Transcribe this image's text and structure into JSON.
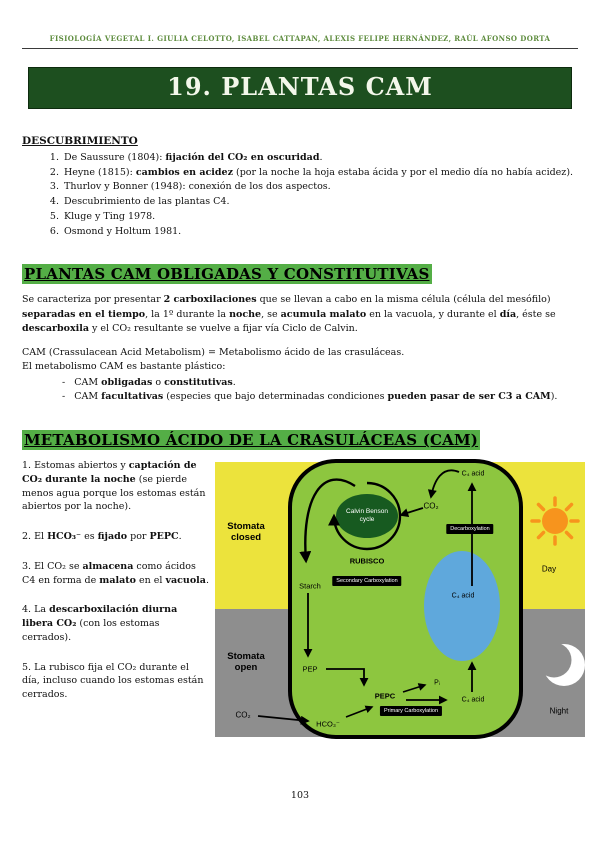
{
  "colors": {
    "header_green": "#5e8c3e",
    "banner_bg": "#1d4f1f",
    "banner_text": "#f3f7ea",
    "highlight": "#54ae46"
  },
  "header": {
    "authors": "FISIOLOGÍA VEGETAL I. GIULIA CELOTTO, ISABEL CATTAPAN, ALEXIS FELIPE HERNÁNDEZ, RAÚL AFONSO DORTA"
  },
  "title": "19. PLANTAS CAM",
  "descubrimiento": {
    "heading": "DESCUBRIMIENTO",
    "items": [
      "De Saussure (1804): <b>fijación del CO₂ en oscuridad</b>.",
      "Heyne (1815): <b>cambios en acidez</b> (por la noche la hoja estaba ácida y por el medio día no había acidez).",
      "Thurlov y Bonner (1948): conexión de los dos aspectos.",
      "Descubrimiento de las plantas C4.",
      "Kluge y Ting 1978.",
      "Osmond y Holtum 1981."
    ]
  },
  "plantas_cam": {
    "heading": "PLANTAS CAM OBLIGADAS Y CONSTITUTIVAS",
    "para1_html": "Se caracteriza por presentar <b>2 carboxilaciones</b> que se llevan a cabo en la misma célula (célula del mesófilo) <b>separadas en el tiempo</b>, la 1º durante la <b>noche</b>, se <b>acumula malato</b> en la vacuola, y durante el <b>día</b>, éste se <b>descarboxila</b> y el CO₂ resultante se vuelve a fijar vía Ciclo de Calvin.",
    "para2": "CAM (Crassulacean Acid Metabolism) = Metabolismo ácido de las crasuláceas.",
    "para3": "El metabolismo CAM es bastante plástico:",
    "bullets": [
      "-&nbsp;&nbsp;&nbsp;CAM <b>obligadas</b> o <b>constitutivas</b>.",
      "-&nbsp;&nbsp;&nbsp;CAM <b>facultativas</b> (especies que bajo determinadas condiciones <b>pueden pasar de ser C3 a CAM</b>)."
    ]
  },
  "metabolismo": {
    "heading": "METABOLISMO ÁCIDO DE LA CRASULÁCEAS (CAM)",
    "steps": [
      "1. Estomas abiertos y <b>captación de CO₂ durante la noche</b> (se pierde menos agua porque los estomas están abiertos por la noche).",
      "2. El <b>HCO₃⁻</b> es <b>fijado</b> por <b>PEPC</b>.",
      "3. El CO₂ se <b>almacena</b> como ácidos C4 en forma de <b>malato</b> en el <b>vacuola</b>.",
      "4. La <b>descarboxilación diurna libera CO₂</b> (con los estomas cerrados).",
      "5. La rubisco fija el CO₂ durante el día, incluso cuando los estomas están cerrados."
    ]
  },
  "diagram": {
    "stomata_closed": "Stomata closed",
    "stomata_open": "Stomata open",
    "day": "Day",
    "night": "Night",
    "calvin": "Calvin Benson cycle",
    "co2_top": "CO₂",
    "co2_bottom": "CO₂",
    "rubisco": "RUBISCO",
    "secondary": "Secondary Carboxylation",
    "decarboxylation": "Decarboxylation",
    "primary": "Primary Carboxylation",
    "starch": "Starch",
    "c4_top": "C₄ acid",
    "c4_vacuole": "C₄ acid",
    "c4_bottom": "C₄ acid",
    "pep": "PEP",
    "pepc": "PEPC",
    "pi": "Pᵢ",
    "hco3": "HCO₃⁻",
    "colors": {
      "day_bg": "#ece33c",
      "night_bg": "#8e8e8e",
      "cell": "#8dc63f",
      "vacuole": "#5fa8dc",
      "calvin": "#175a20",
      "sun": "#f7941d"
    }
  },
  "page_number": "103"
}
